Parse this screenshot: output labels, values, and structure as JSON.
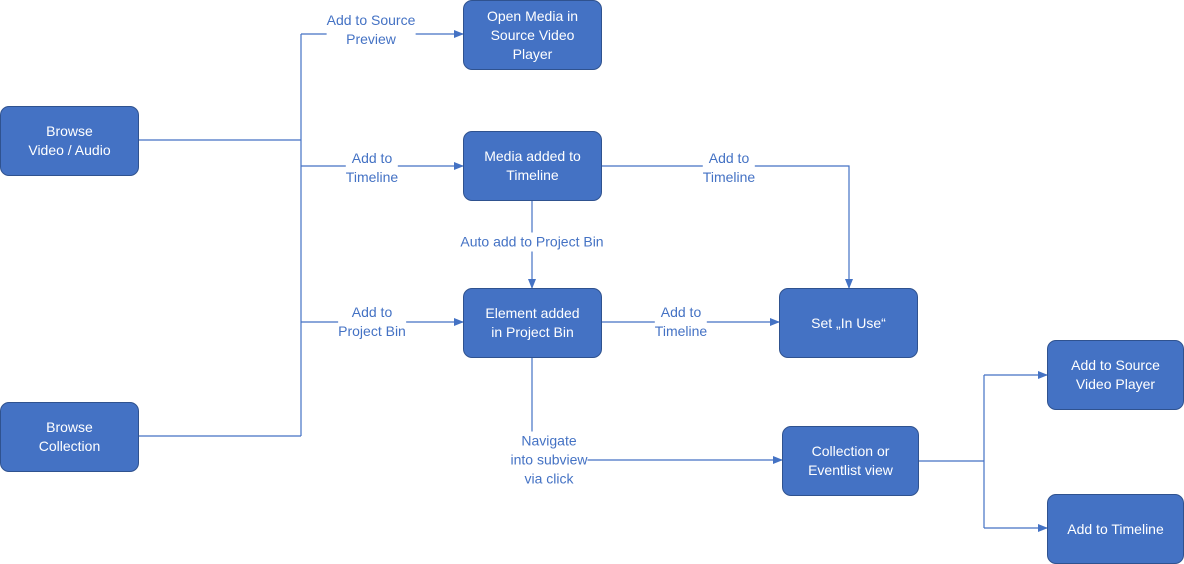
{
  "colors": {
    "node_fill": "#4472c4",
    "node_border": "#2f528f",
    "connector": "#4472c4",
    "label_text": "#4472c4"
  },
  "nodes": {
    "browse_video_audio": [
      "Browse",
      "Video / Audio"
    ],
    "browse_collection": [
      "Browse",
      "Collection"
    ],
    "open_media_source_player": [
      "Open Media in",
      "Source Video",
      "Player"
    ],
    "media_added_to_timeline": [
      "Media added to",
      "Timeline"
    ],
    "element_added_project_bin": [
      "Element added",
      "in Project Bin"
    ],
    "set_in_use": [
      "Set „In Use“"
    ],
    "collection_eventlist_view": [
      "Collection or",
      "Eventlist view"
    ],
    "add_to_source_video_player": [
      "Add to Source",
      "Video Player"
    ],
    "add_to_timeline_final": [
      "Add to Timeline"
    ]
  },
  "edge_labels": {
    "add_to_source_preview": [
      "Add to Source",
      "Preview"
    ],
    "add_to_timeline_1": [
      "Add to",
      "Timeline"
    ],
    "add_to_project_bin": [
      "Add to",
      "Project Bin"
    ],
    "auto_add_project_bin": [
      "Auto add to Project Bin"
    ],
    "add_to_timeline_2": [
      "Add to",
      "Timeline"
    ],
    "add_to_timeline_3": [
      "Add to",
      "Timeline"
    ],
    "navigate_subview": [
      "Navigate",
      "into subview",
      "via click"
    ]
  }
}
